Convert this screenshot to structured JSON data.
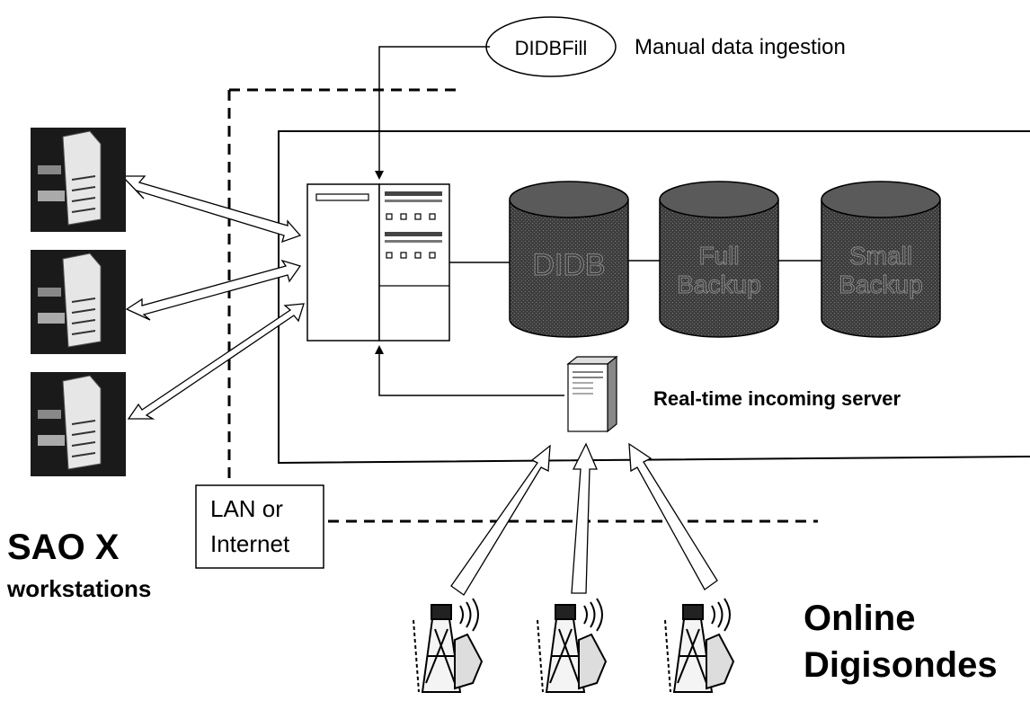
{
  "manual": {
    "node_label": "DIDBFill",
    "caption": "Manual data ingestion"
  },
  "network": {
    "label_line1": "LAN or",
    "label_line2": "Internet"
  },
  "workstations": {
    "title": "SAO X",
    "subtitle": "workstations",
    "count": 3,
    "icon": "workstation-tower-icon"
  },
  "storage": {
    "items": [
      {
        "line1": "DIDB",
        "line2": ""
      },
      {
        "line1": "Full",
        "line2": "Backup"
      },
      {
        "line1": "Small",
        "line2": "Backup"
      }
    ],
    "color": "#4a4a4a"
  },
  "incoming_server": {
    "label": "Real-time incoming server",
    "icon": "server-tower-icon"
  },
  "digisondes": {
    "title_line1": "Online",
    "title_line2": "Digisondes",
    "count": 3,
    "icon": "antenna-tower-icon"
  }
}
